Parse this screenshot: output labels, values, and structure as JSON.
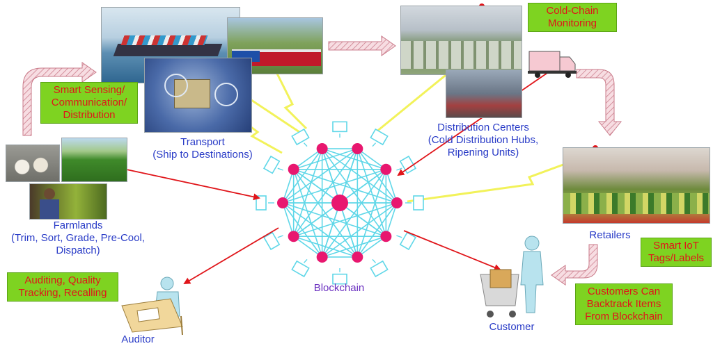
{
  "nodes": {
    "farmlands": {
      "lines": [
        "Farmlands",
        "(Trim, Sort, Grade, Pre-Cool,",
        "Dispatch)"
      ]
    },
    "transport": {
      "lines": [
        "Transport",
        "(Ship to Destinations)"
      ]
    },
    "distribution": {
      "lines": [
        "Distribution Centers",
        "(Cold Distribution Hubs,",
        "Ripening Units)"
      ]
    },
    "retailers": {
      "lines": [
        "Retailers"
      ]
    },
    "customer": {
      "lines": [
        "Customer"
      ]
    },
    "auditor": {
      "lines": [
        "Auditor"
      ]
    },
    "blockchain": {
      "lines": [
        "Blockchain"
      ]
    }
  },
  "callouts": {
    "smart_sensing": [
      "Smart Sensing/",
      "Communication/",
      "Distribution"
    ],
    "cold_chain": [
      "Cold-Chain",
      "Monitoring"
    ],
    "iot_tags": [
      "Smart IoT",
      "Tags/Labels"
    ],
    "auditing": [
      "Auditing, Quality",
      "Tracking, Recalling"
    ],
    "backtrack": [
      "Customers Can",
      "Backtrack Items",
      "From Blockchain"
    ]
  },
  "colors": {
    "label_text": "#2a3cc7",
    "callout_bg": "#7ed321",
    "callout_text": "#e0151a",
    "network_lines": "#5fd7e8",
    "network_nodes": "#e8176f",
    "arrow_red": "#e0151a",
    "lightning": "#f2f25a",
    "flow_arrow": "#d7a3ad"
  }
}
